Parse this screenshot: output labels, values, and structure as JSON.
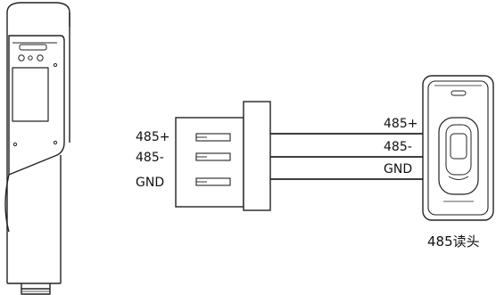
{
  "connector_pins": [
    "485+",
    "485-",
    "GND"
  ],
  "reader_pins": [
    "485+",
    "485-",
    "GND"
  ],
  "reader_label": "485读头",
  "colors": {
    "stroke": "#222222",
    "background": "#ffffff"
  }
}
